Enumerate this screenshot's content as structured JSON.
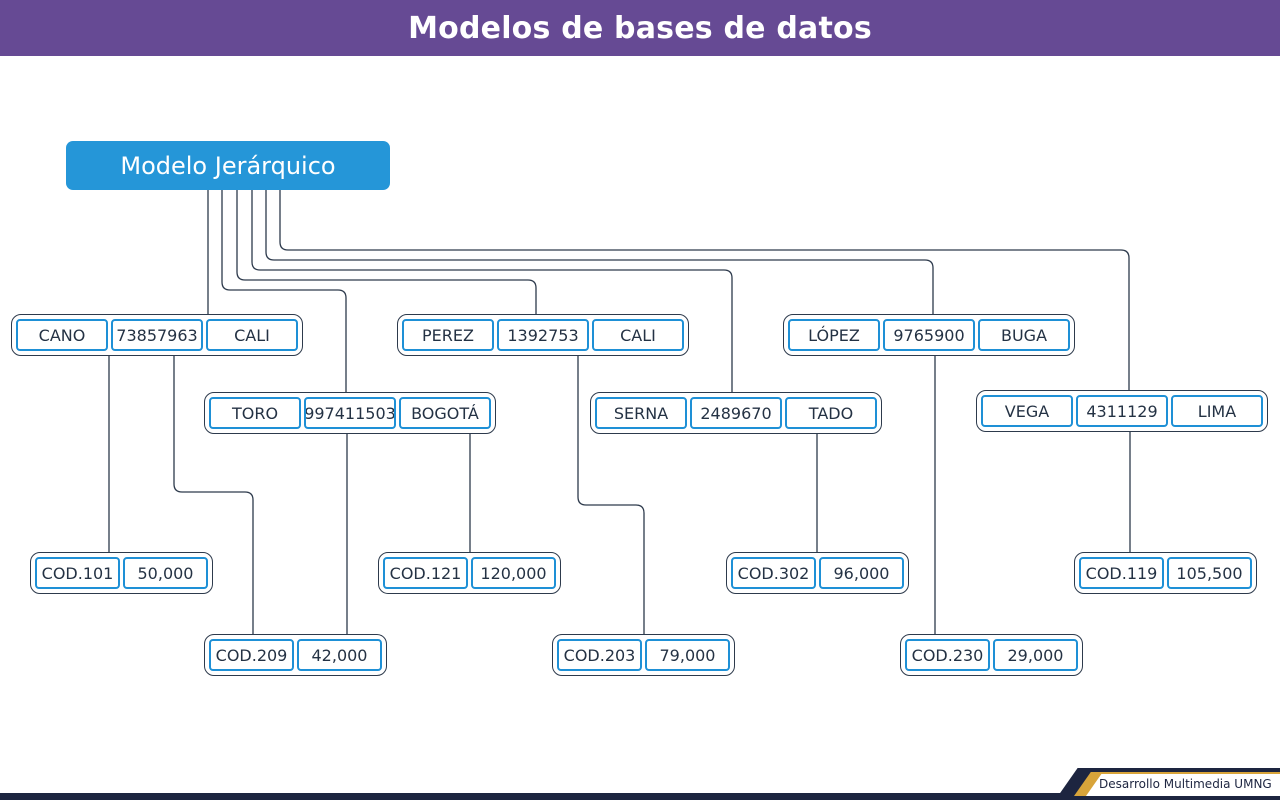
{
  "header": {
    "title": "Modelos de bases de datos"
  },
  "root": {
    "label": "Modelo Jerárquico"
  },
  "records": {
    "cano": {
      "name": "CANO",
      "id": "73857963",
      "city": "CALI"
    },
    "toro": {
      "name": "TORO",
      "id": "997411503",
      "city": "BOGOTÁ"
    },
    "perez": {
      "name": "PEREZ",
      "id": "1392753",
      "city": "CALI"
    },
    "serna": {
      "name": "SERNA",
      "id": "2489670",
      "city": "TADO"
    },
    "lopez": {
      "name": "LÓPEZ",
      "id": "9765900",
      "city": "BUGA"
    },
    "vega": {
      "name": "VEGA",
      "id": "4311129",
      "city": "LIMA"
    }
  },
  "accounts": {
    "cod101": {
      "code": "COD.101",
      "amount": "50,000"
    },
    "cod209": {
      "code": "COD.209",
      "amount": "42,000"
    },
    "cod121": {
      "code": "COD.121",
      "amount": "120,000"
    },
    "cod203": {
      "code": "COD.203",
      "amount": "79,000"
    },
    "cod302": {
      "code": "COD.302",
      "amount": "96,000"
    },
    "cod230": {
      "code": "COD.230",
      "amount": "29,000"
    },
    "cod119": {
      "code": "COD.119",
      "amount": "105,500"
    }
  },
  "footer": {
    "text": "Desarrollo Multimedia UMNG"
  }
}
